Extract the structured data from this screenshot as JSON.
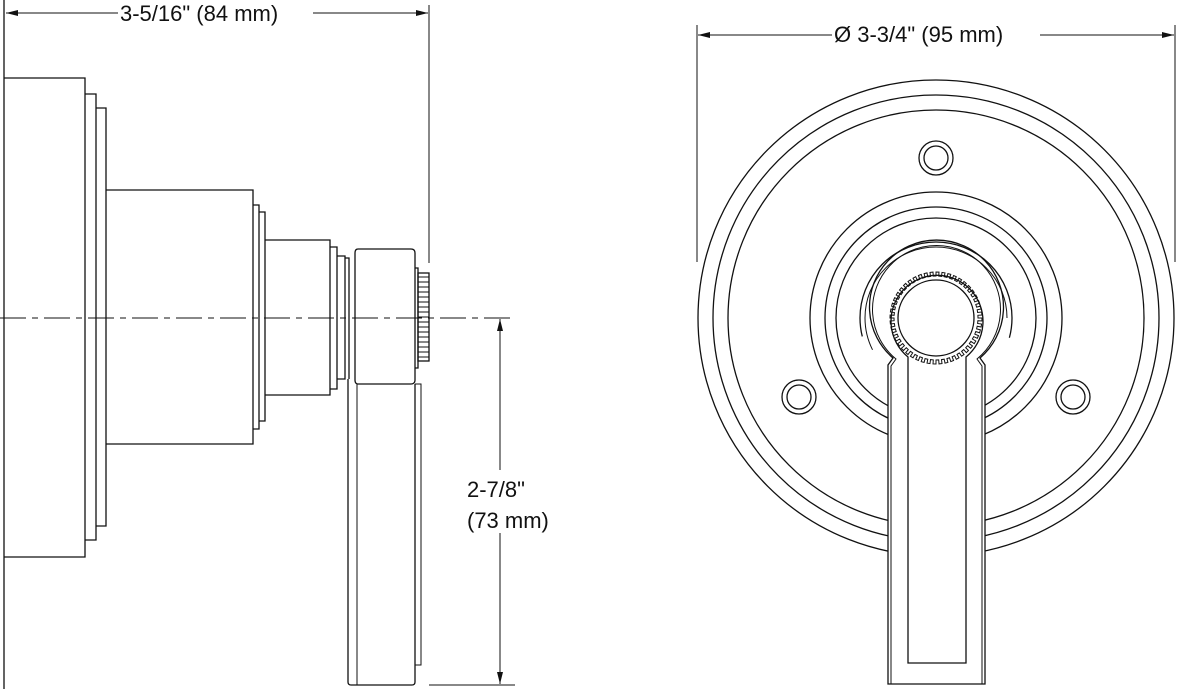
{
  "dimensions": {
    "depth": "3-5/16\" (84 mm)",
    "diameter": "Ø 3-3/4\" (95 mm)",
    "lever_length_line1": "2-7/8\"",
    "lever_length_line2": "(73 mm)"
  },
  "colors": {
    "line": "#111111",
    "background": "#ffffff"
  }
}
